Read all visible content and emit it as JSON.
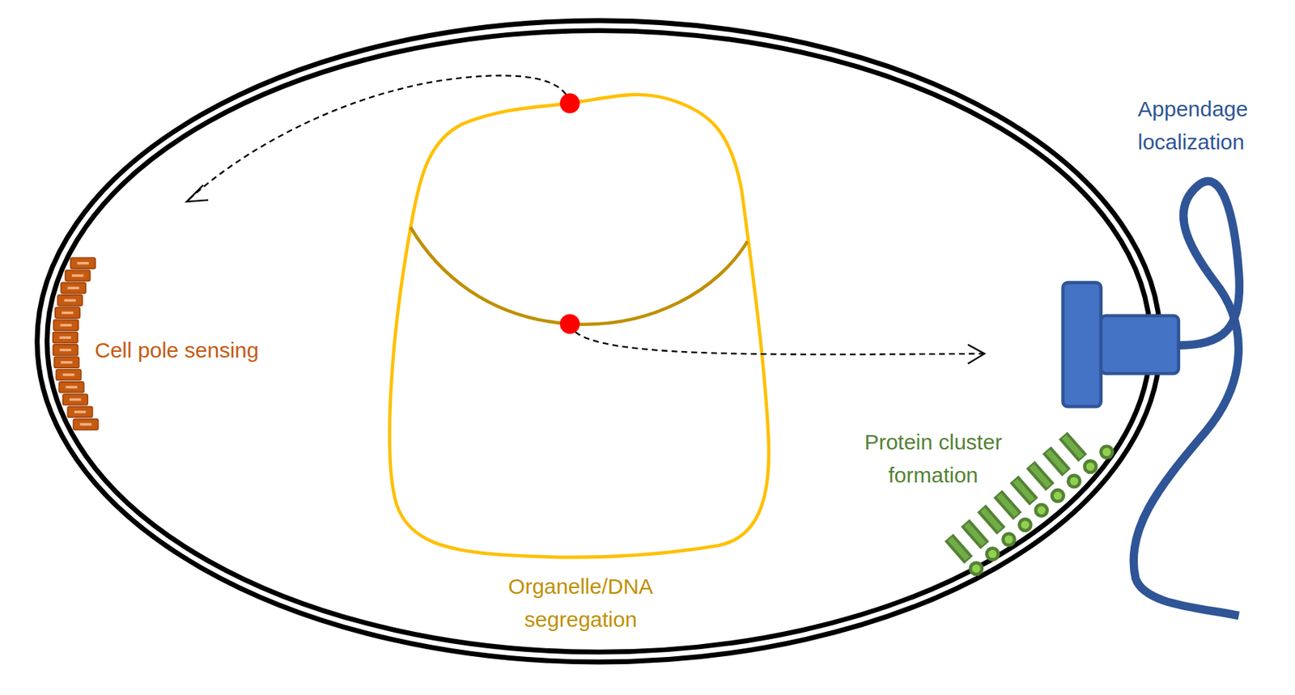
{
  "diagram": {
    "labels": [
      "Appendage localization",
      "Cell pole sensing",
      "Protein cluster formation",
      "Organelle/DNA segregation"
    ]
  }
}
